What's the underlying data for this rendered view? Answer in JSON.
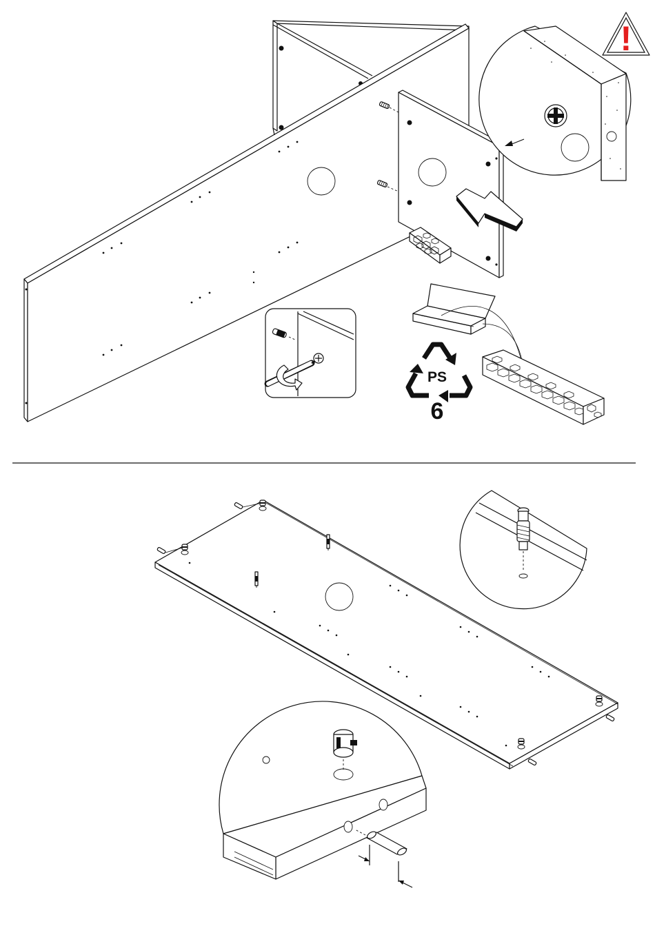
{
  "page": {
    "title": "",
    "warning_symbol": "!",
    "warning_color": "#e41f1f",
    "line_color": "#111111"
  },
  "recycling": {
    "material_code": "PS",
    "resin_number": "6"
  },
  "steps": [
    {
      "name": "step-1-panel-cam-lock-assembly"
    },
    {
      "name": "step-2-cam-and-dowel-insertion"
    }
  ],
  "icons": [
    "warning-icon",
    "recycling-ps6-icon",
    "push-arrow-icon",
    "screwdriver-icon",
    "styrofoam-block-icon",
    "open-box-icon"
  ]
}
